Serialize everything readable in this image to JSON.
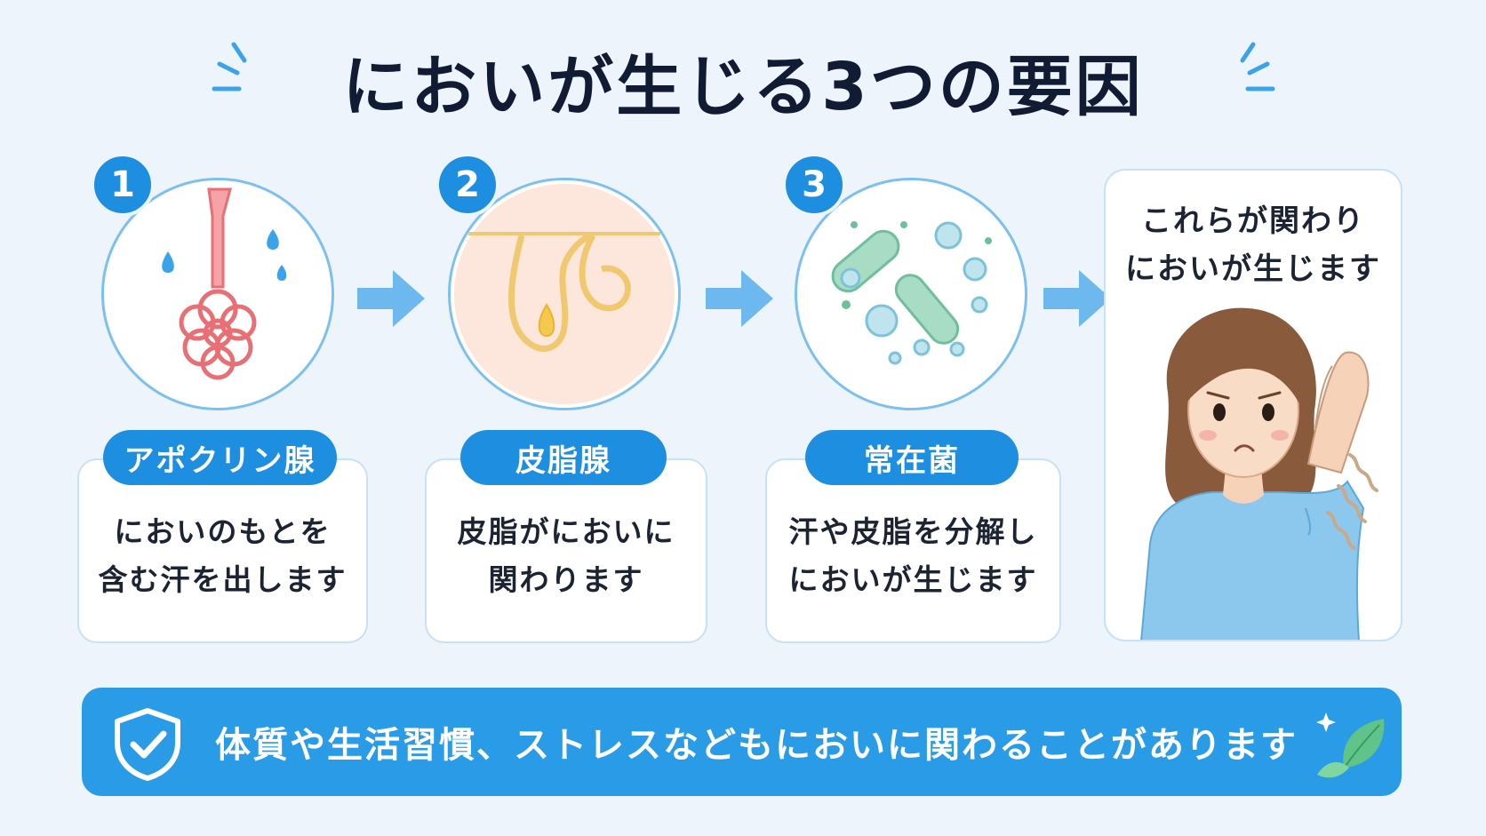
{
  "title": "においが生じる3つの要因",
  "steps": [
    {
      "number": "1",
      "label": "アポクリン腺",
      "description": "においのもとを\n含む汗を出します",
      "icon": "sweat-gland-icon"
    },
    {
      "number": "2",
      "label": "皮脂腺",
      "description": "皮脂がにおいに\n関わります",
      "icon": "sebaceous-gland-icon"
    },
    {
      "number": "3",
      "label": "常在菌",
      "description": "汗や皮脂を分解し\nにおいが生じます",
      "icon": "bacteria-icon"
    }
  ],
  "result": {
    "text": "これらが関わり\nにおいが生じます",
    "icon": "worried-woman-illustration"
  },
  "banner": {
    "text": "体質や生活習慣、ストレスなどもにおいに関わることがあります",
    "icon": "shield-check-icon"
  },
  "colors": {
    "accent": "#1e8fe0",
    "banner": "#2a9be6",
    "background": "#eef4fb",
    "border": "#7cc0ef"
  }
}
